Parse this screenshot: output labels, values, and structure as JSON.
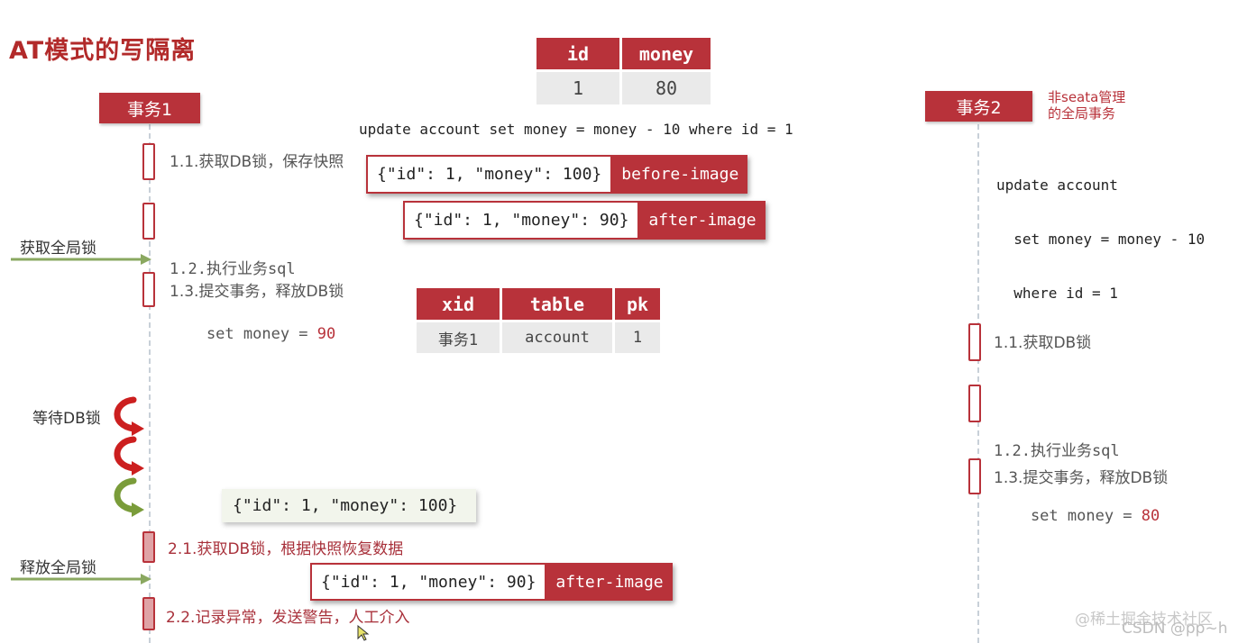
{
  "title": "AT模式的写隔离",
  "tx1": {
    "label": "事务1"
  },
  "tx2": {
    "label": "事务2",
    "note_line1": "非seata管理",
    "note_line2": "的全局事务"
  },
  "data_table": {
    "headers": [
      "id",
      "money"
    ],
    "row": [
      "1",
      "80"
    ]
  },
  "update_sql": "update account set money = money - 10 where id = 1",
  "tx2_sql": [
    "update account",
    "  set money = money - 10",
    "  where id = 1"
  ],
  "lock_table": {
    "headers": [
      "xid",
      "table",
      "pk"
    ],
    "row": [
      "事务1",
      "account",
      "1"
    ]
  },
  "before_image": {
    "json": "{\"id\": 1, \"money\": 100}",
    "label": "before-image"
  },
  "after_image": {
    "json": "{\"id\": 1, \"money\": 90}",
    "label": "after-image"
  },
  "restore_json": "{\"id\": 1, \"money\": 100}",
  "after_image_2": {
    "json": "{\"id\": 1, \"money\": 90}",
    "label": "after-image"
  },
  "tx1_steps": {
    "s1": "1.1.获取DB锁，保存快照",
    "s2_line1": "1.2.执行业务sql",
    "s2_line2_prefix": "    set money = ",
    "s2_line2_value": "90",
    "s3": "1.3.提交事务，释放DB锁",
    "s4": "2.1.获取DB锁，根据快照恢复数据",
    "s5": "2.2.记录异常，发送警告，人工介入"
  },
  "tx2_steps": {
    "s1": "1.1.获取DB锁",
    "s2_line1": "1.2.执行业务sql",
    "s2_line2_prefix": "    set money = ",
    "s2_line2_value": "80",
    "s3": "1.3.提交事务，释放DB锁"
  },
  "side_labels": {
    "acquire_global": "获取全局锁",
    "wait_db": "等待DB锁",
    "release_global": "释放全局锁"
  },
  "watermark": {
    "line1": "@稀土掘金技术社区",
    "line2": "CSDN @pp~h"
  },
  "colors": {
    "accent": "#b8323a",
    "arrow_green": "#8aa860",
    "wait_red": "#cc1f1f",
    "wait_green": "#7a9c3a"
  }
}
